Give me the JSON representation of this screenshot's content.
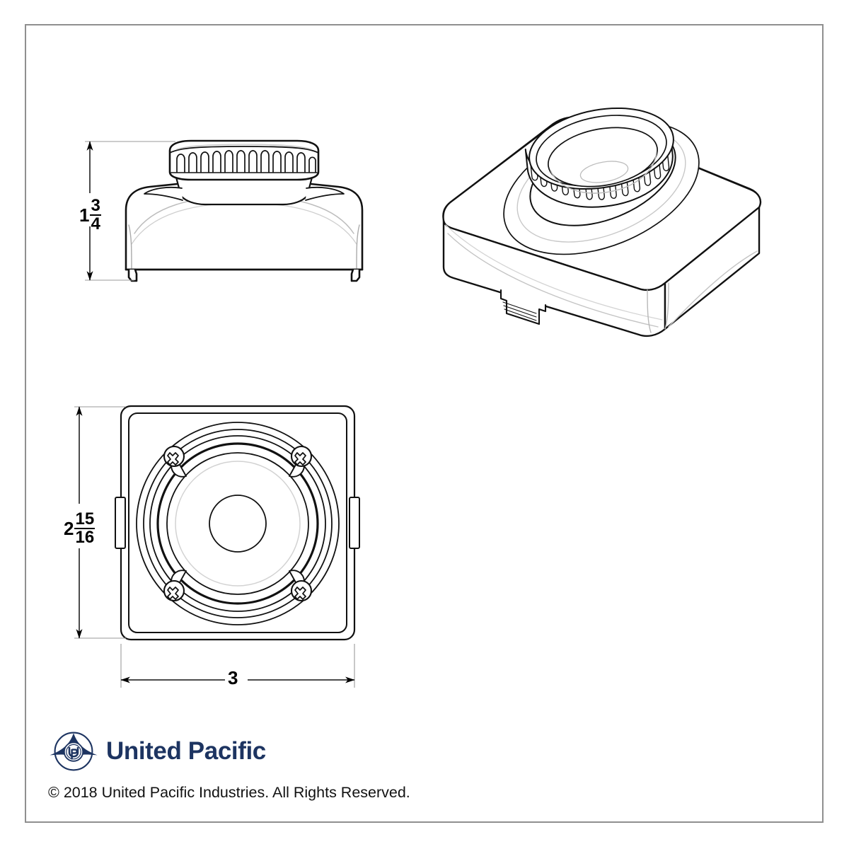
{
  "sheet": {
    "border_color": "#8a8a8a",
    "background": "#ffffff",
    "line_color": "#1a1a1a"
  },
  "dimensions": {
    "height_side_view": {
      "whole": "1",
      "numerator": "3",
      "denominator": "4",
      "label": "1 3/4"
    },
    "depth_plan_view": {
      "whole": "2",
      "numerator": "15",
      "denominator": "16",
      "label": "2 15/16"
    },
    "width_plan_view": {
      "label": "3"
    }
  },
  "views": {
    "side_elevation": {
      "name": "side-elevation-view"
    },
    "isometric": {
      "name": "isometric-view"
    },
    "plan": {
      "name": "plan-view"
    }
  },
  "footer": {
    "brand_name": "United Pacific",
    "brand_color": "#1d3461",
    "copyright": "© 2018 United Pacific Industries. All Rights Reserved.",
    "logo_monogram": "UP"
  }
}
